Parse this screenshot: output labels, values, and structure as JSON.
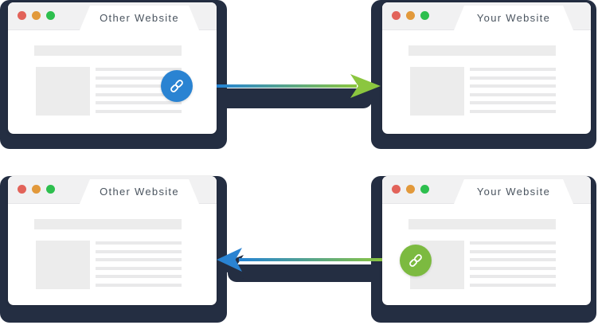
{
  "windows": [
    {
      "title": "Other Website",
      "position": "top-left",
      "has_link_badge": true,
      "badge_color": "#2a83d2"
    },
    {
      "title": "Your Website",
      "position": "top-right",
      "has_link_badge": false
    },
    {
      "title": "Other Website",
      "position": "bottom-left",
      "has_link_badge": false
    },
    {
      "title": "Your Website",
      "position": "bottom-right",
      "has_link_badge": true,
      "badge_color": "#7cba40"
    }
  ],
  "arrows": [
    {
      "direction": "right",
      "from": "Other Website",
      "to": "Your Website",
      "gradient_start": "#2383d6",
      "gradient_end": "#8bc63f",
      "arrowhead_color": "#8bc63f"
    },
    {
      "direction": "left",
      "from": "Your Website",
      "to": "Other Website",
      "gradient_start": "#2383d6",
      "gradient_end": "#8bc63f",
      "arrowhead_color": "#2a83d2"
    }
  ],
  "window_controls": {
    "dot_colors": [
      "#e2635a",
      "#e2993b",
      "#2dbf4e"
    ]
  },
  "icons": {
    "badge_icon": "link-icon"
  },
  "colors": {
    "shadow_navy": "#242e42",
    "window_bg": "#ffffff",
    "header_bg": "#f1f1f2",
    "placeholder_gray": "#ececec",
    "tab_text": "#4a545f"
  }
}
